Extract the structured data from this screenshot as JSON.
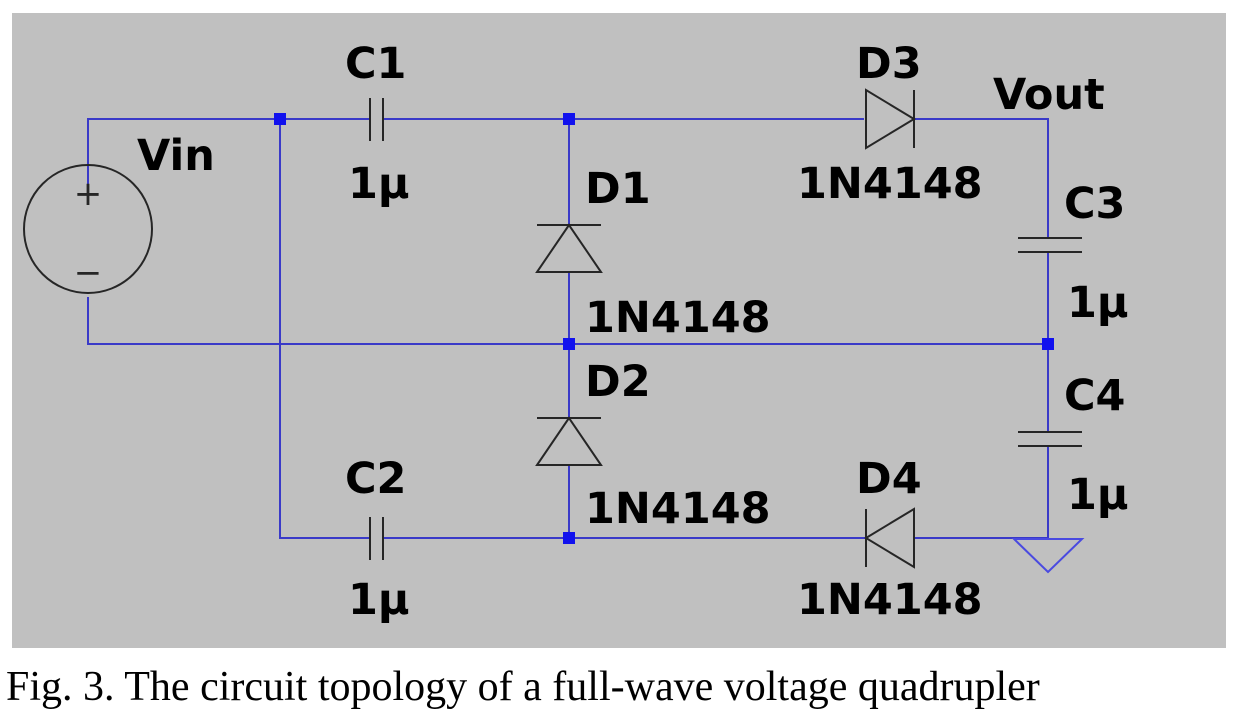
{
  "colors": {
    "background": "#c0c0c0",
    "wire": "#3a3ac8",
    "junction": "#1111ee",
    "component": "#262626",
    "ground": "#4a4ae0"
  },
  "source": {
    "name": "Vin",
    "plus_sign": "+",
    "minus_sign": "−"
  },
  "output": {
    "name": "Vout"
  },
  "capacitors": [
    {
      "name": "C1",
      "value": "1µ"
    },
    {
      "name": "C2",
      "value": "1µ"
    },
    {
      "name": "C3",
      "value": "1µ"
    },
    {
      "name": "C4",
      "value": "1µ"
    }
  ],
  "diodes": [
    {
      "name": "D1",
      "part": "1N4148"
    },
    {
      "name": "D2",
      "part": "1N4148"
    },
    {
      "name": "D3",
      "part": "1N4148"
    },
    {
      "name": "D4",
      "part": "1N4148"
    }
  ],
  "caption": "Fig. 3. The circuit topology of a full-wave voltage quadrupler"
}
